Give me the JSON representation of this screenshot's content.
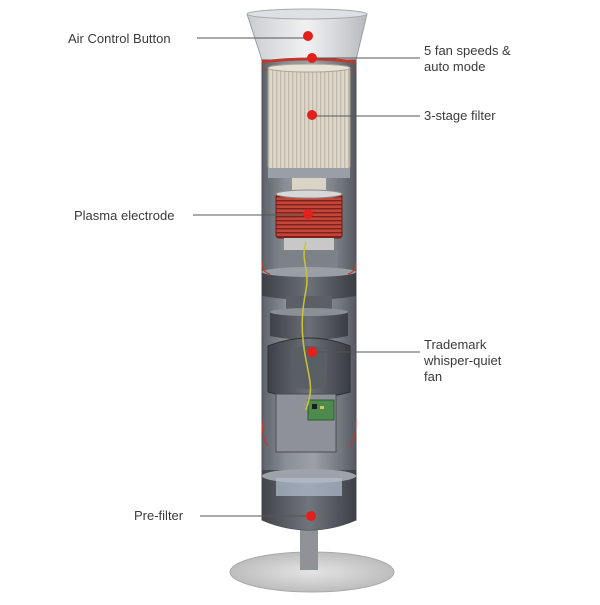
{
  "labels": {
    "air_control_button": "Air Control Button",
    "fan_speeds_line1": "5 fan speeds &",
    "fan_speeds_line2": "auto mode",
    "three_stage_filter": "3-stage filter",
    "plasma_electrode": "Plasma electrode",
    "fan_line1": "Trademark",
    "fan_line2": "whisper-quiet",
    "fan_line3": "fan",
    "pre_filter": "Pre-filter"
  },
  "colors": {
    "marker_red": "#e3201b",
    "leader_line": "#555555",
    "body_gray": "#6f737a",
    "filter_beige": "#d8d3c6",
    "coil_copper": "#b23a2c",
    "base_silver": "#cfcfcf"
  }
}
